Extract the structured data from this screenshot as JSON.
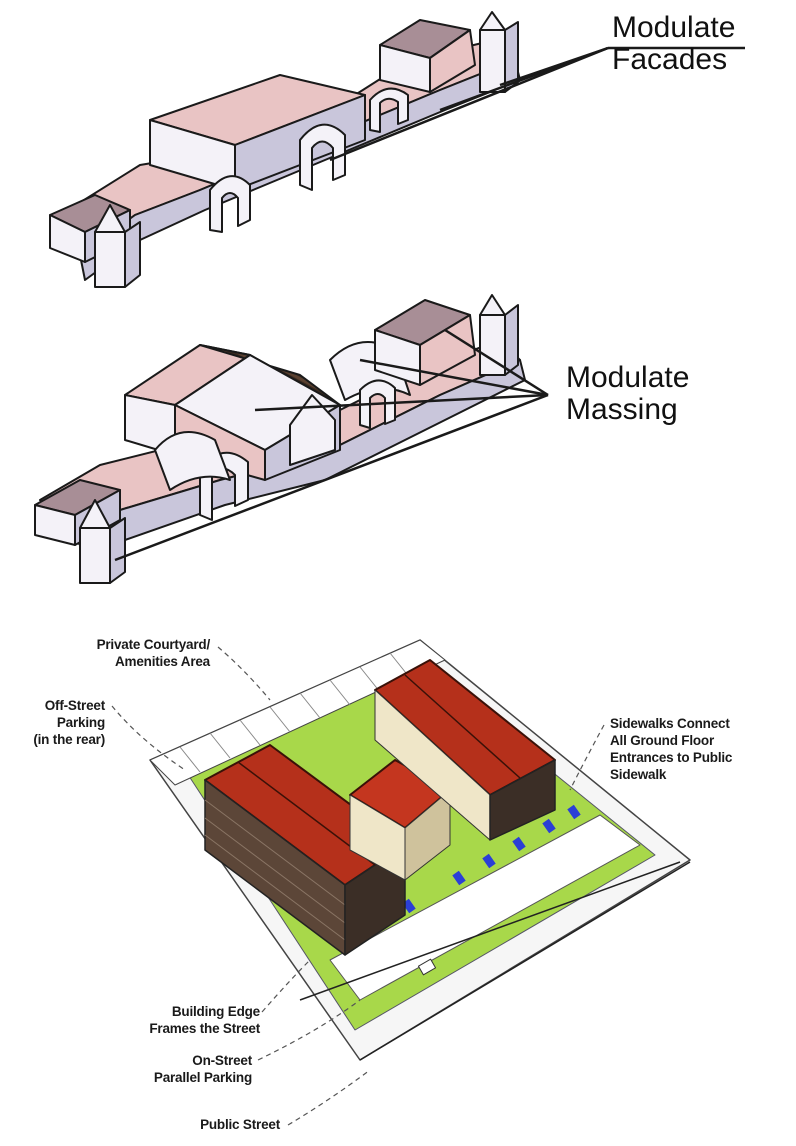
{
  "labels": {
    "facades": [
      "Modulate",
      "Facades"
    ],
    "massing": [
      "Modulate",
      "Massing"
    ],
    "courtyard": [
      "Private Courtyard/",
      "Amenities Area"
    ],
    "offstreet": [
      "Off-Street",
      "Parking",
      "(in the rear)"
    ],
    "sidewalks": [
      "Sidewalks Connect",
      "All Ground Floor",
      "Entrances to Public",
      "Sidewalk"
    ],
    "building_edge": [
      "Building Edge",
      "Frames the Street"
    ],
    "onstreet": [
      "On-Street",
      "Parallel Parking"
    ],
    "public_street": [
      "Public Street"
    ]
  },
  "colors": {
    "roof_pink": "#e9c4c4",
    "roof_mauve": "#a88e96",
    "wall_light": "#f4f2f8",
    "wall_shade": "#c9c6db",
    "red_roof": "#b5301b",
    "grass": "#a8d84a",
    "wall_cream": "#efe6c8",
    "line": "#1a1a1a"
  }
}
